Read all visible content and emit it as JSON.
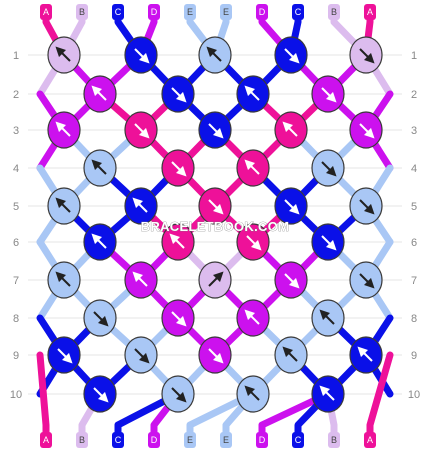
{
  "watermark": "BRACELETBOOK.COM",
  "colors": {
    "A": "#ee1199",
    "B": "#dcbcee",
    "C": "#0a10e8",
    "D": "#cc11ee",
    "E": "#a9c7f5"
  },
  "top_strings": [
    "A",
    "B",
    "C",
    "D",
    "E",
    "E",
    "D",
    "C",
    "B",
    "A"
  ],
  "bottom_strings": [
    "A",
    "B",
    "C",
    "D",
    "E",
    "E",
    "D",
    "C",
    "B",
    "A"
  ],
  "row_numbers": [
    "1",
    "2",
    "3",
    "4",
    "5",
    "6",
    "7",
    "8",
    "9",
    "10"
  ],
  "knot_rows": [
    [
      {
        "color": "B",
        "dir": "nw"
      },
      {
        "color": "C",
        "dir": "se"
      },
      {
        "color": "E",
        "dir": "nw"
      },
      {
        "color": "C",
        "dir": "se"
      },
      {
        "color": "B",
        "dir": "se"
      }
    ],
    [
      {
        "color": "D",
        "dir": "nw"
      },
      {
        "color": "C",
        "dir": "se"
      },
      {
        "color": "C",
        "dir": "nw"
      },
      {
        "color": "D",
        "dir": "se"
      }
    ],
    [
      {
        "color": "D",
        "dir": "nw"
      },
      {
        "color": "A",
        "dir": "se"
      },
      {
        "color": "C",
        "dir": "se"
      },
      {
        "color": "A",
        "dir": "nw"
      },
      {
        "color": "D",
        "dir": "se"
      }
    ],
    [
      {
        "color": "E",
        "dir": "nw"
      },
      {
        "color": "A",
        "dir": "se"
      },
      {
        "color": "A",
        "dir": "nw"
      },
      {
        "color": "E",
        "dir": "se"
      }
    ],
    [
      {
        "color": "E",
        "dir": "nw"
      },
      {
        "color": "C",
        "dir": "nw"
      },
      {
        "color": "A",
        "dir": "se"
      },
      {
        "color": "C",
        "dir": "se"
      },
      {
        "color": "E",
        "dir": "se"
      }
    ],
    [
      {
        "color": "C",
        "dir": "nw"
      },
      {
        "color": "A",
        "dir": "nw"
      },
      {
        "color": "A",
        "dir": "se"
      },
      {
        "color": "C",
        "dir": "se"
      }
    ],
    [
      {
        "color": "E",
        "dir": "nw"
      },
      {
        "color": "D",
        "dir": "nw"
      },
      {
        "color": "B",
        "dir": "ne"
      },
      {
        "color": "D",
        "dir": "se"
      },
      {
        "color": "E",
        "dir": "se"
      }
    ],
    [
      {
        "color": "E",
        "dir": "se"
      },
      {
        "color": "D",
        "dir": "se"
      },
      {
        "color": "D",
        "dir": "nw"
      },
      {
        "color": "E",
        "dir": "nw"
      }
    ],
    [
      {
        "color": "C",
        "dir": "se"
      },
      {
        "color": "E",
        "dir": "se"
      },
      {
        "color": "D",
        "dir": "se"
      },
      {
        "color": "E",
        "dir": "nw"
      },
      {
        "color": "C",
        "dir": "nw"
      }
    ],
    [
      {
        "color": "C",
        "dir": "se"
      },
      {
        "color": "E",
        "dir": "se"
      },
      {
        "color": "E",
        "dir": "nw"
      },
      {
        "color": "C",
        "dir": "nw"
      }
    ]
  ]
}
